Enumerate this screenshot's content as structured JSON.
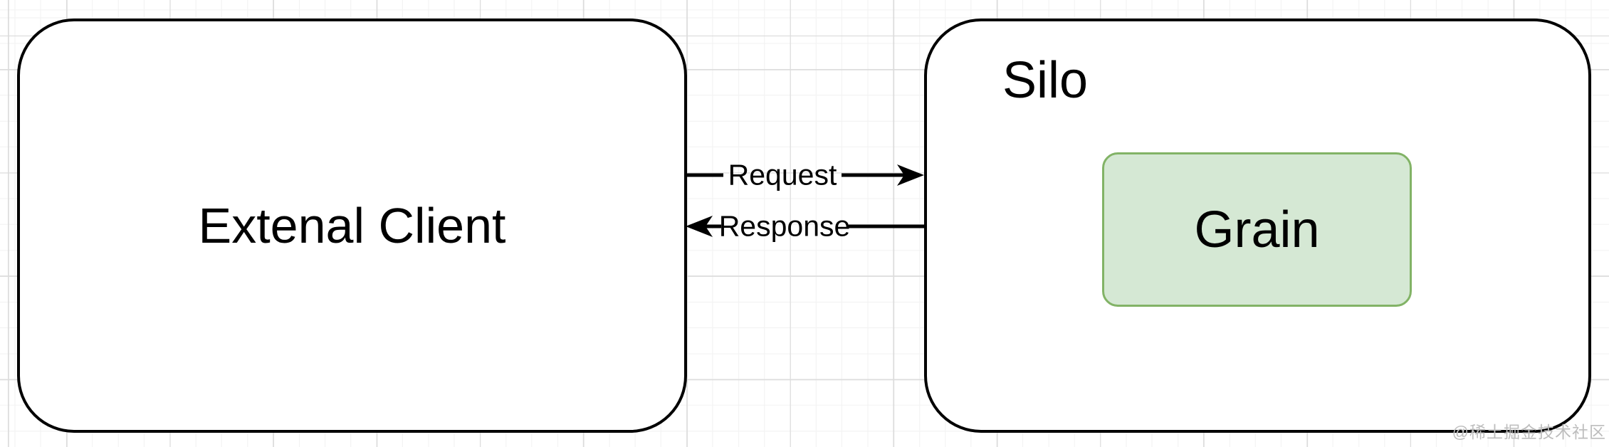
{
  "diagram": {
    "nodes": {
      "external_client": {
        "label": "Extenal Client",
        "shape": "rounded-rectangle",
        "fill": "#ffffff"
      },
      "silo": {
        "label": "Silo",
        "shape": "rounded-rectangle",
        "fill": "#ffffff"
      },
      "grain": {
        "label": "Grain",
        "shape": "rounded-rectangle",
        "fill": "#d5e8d4",
        "parent": "silo"
      }
    },
    "edges": {
      "request": {
        "label": "Request",
        "from": "external_client",
        "to": "silo",
        "direction": "right"
      },
      "response": {
        "label": "Response",
        "from": "silo",
        "to": "external_client",
        "direction": "left"
      }
    }
  },
  "watermark": {
    "text": "@稀土掘金技术社区"
  },
  "colors": {
    "node_border": "#000000",
    "node_fill": "#ffffff",
    "grain_fill": "#d5e8d4",
    "grain_border": "#82b366",
    "arrow": "#000000",
    "grid_minor": "#f3f3f3",
    "grid_major": "#dcdcdc",
    "watermark": "#bdbdbd"
  }
}
